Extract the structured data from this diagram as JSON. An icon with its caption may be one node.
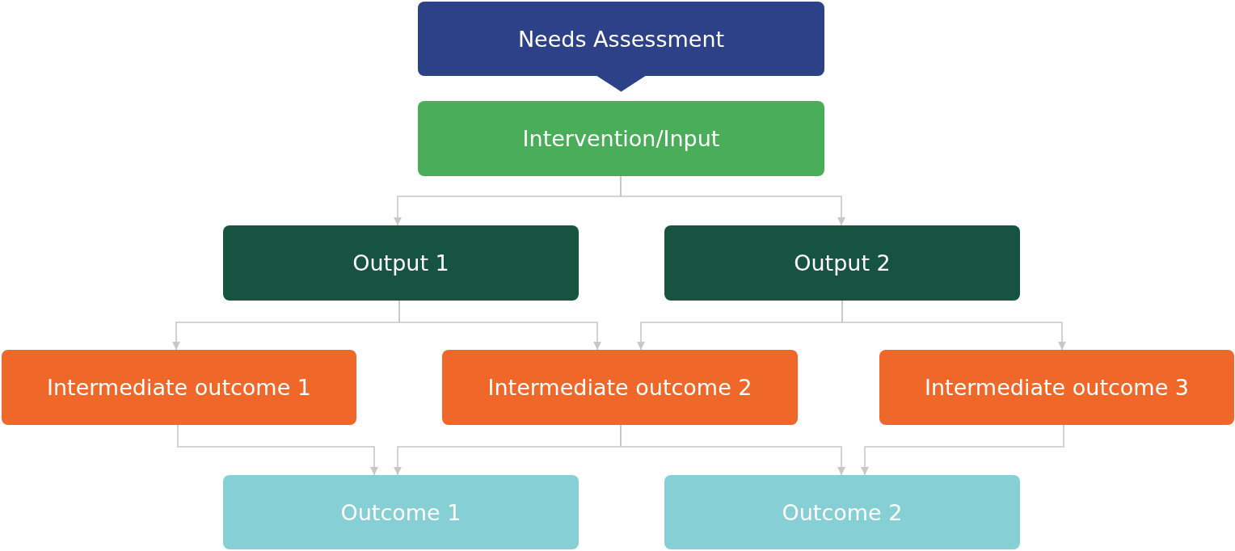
{
  "diagram": {
    "nodes": [
      {
        "text": [
          "Needs Assessment"
        ]
      },
      {
        "text": [
          "Intervention/Input"
        ]
      },
      {
        "text": [
          "Output 1"
        ]
      },
      {
        "text": [
          "Output 2"
        ]
      },
      {
        "text": [
          "Intermediate outcome 1"
        ]
      },
      {
        "text": [
          "Intermediate outcome 2"
        ]
      },
      {
        "text": [
          "Intermediate outcome 3"
        ]
      },
      {
        "text": [
          "Outcome 1"
        ]
      },
      {
        "text": [
          "Outcome 2"
        ]
      }
    ],
    "edges": [
      {
        "from": 0,
        "to": 1,
        "arrow": "to",
        "color": "#2c4187",
        "style": "thick"
      },
      {
        "from": 1,
        "to": 2,
        "arrow": "to"
      },
      {
        "from": 1,
        "to": 3,
        "arrow": "to"
      },
      {
        "from": 2,
        "to": 4,
        "arrow": "to"
      },
      {
        "from": 2,
        "to": 5,
        "arrow": "to"
      },
      {
        "from": 3,
        "to": 5,
        "arrow": "to"
      },
      {
        "from": 3,
        "to": 6,
        "arrow": "to"
      },
      {
        "from": 4,
        "to": 7,
        "arrow": "to"
      },
      {
        "from": 5,
        "to": 7,
        "arrow": "to"
      },
      {
        "from": 5,
        "to": 8,
        "arrow": "to"
      },
      {
        "from": 6,
        "to": 8,
        "arrow": "to"
      }
    ]
  }
}
